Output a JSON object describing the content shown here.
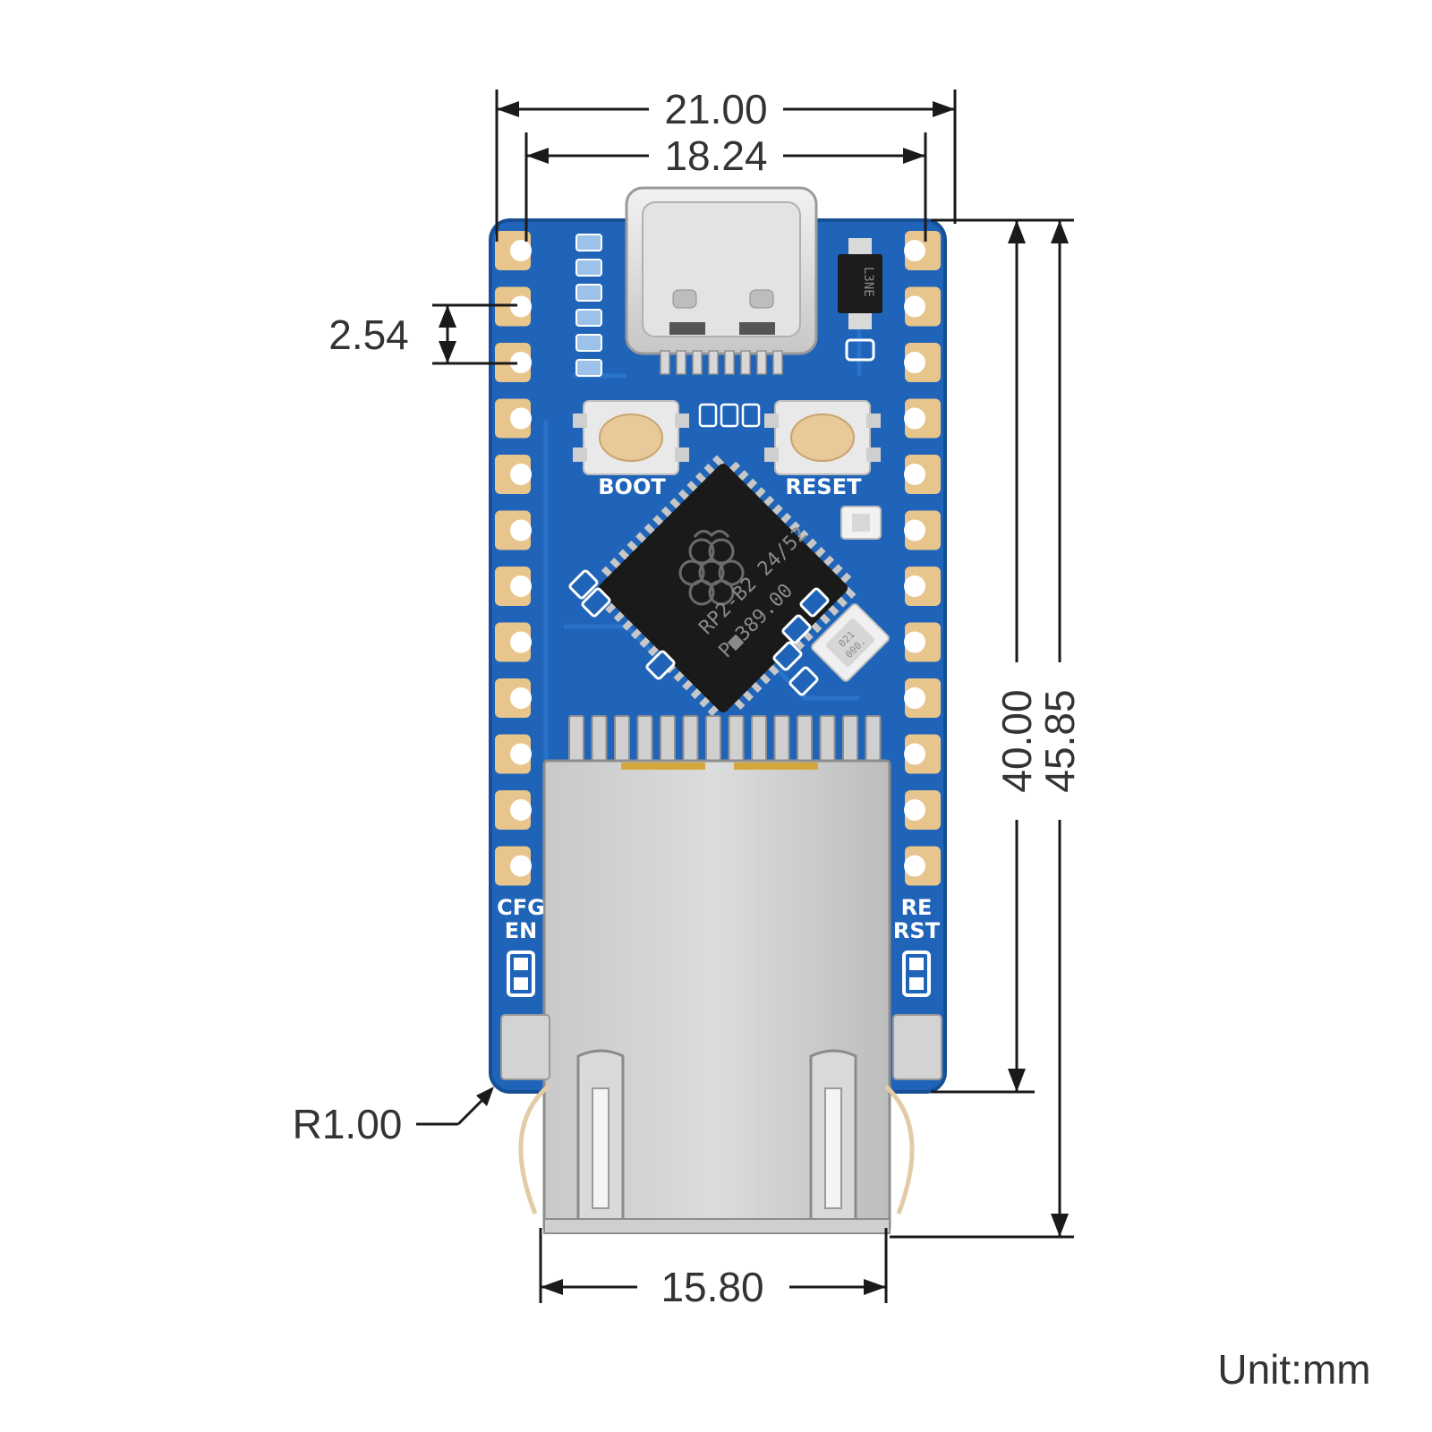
{
  "dimensions": {
    "overall_width": "21.00",
    "hole_pitch_width": "18.24",
    "pin_pitch": "2.54",
    "hole_span_height": "40.00",
    "overall_height": "45.85",
    "rj45_width": "15.80",
    "corner_radius": "R1.00"
  },
  "unit_label": "Unit:mm",
  "board": {
    "button_left_label": "BOOT",
    "button_right_label": "RESET",
    "jumper_left_line1": "CFG",
    "jumper_left_line2": "EN",
    "jumper_right_line1": "RE",
    "jumper_right_line2": "RST",
    "chip_line1": "RP2-B2   24/52",
    "chip_line2": "P■389.00",
    "crystal_line1": "021",
    "crystal_line2": "000.",
    "regulator_label": "L3NE",
    "pcb_color": "#1f64b8",
    "pad_color": "#e8c58c"
  }
}
